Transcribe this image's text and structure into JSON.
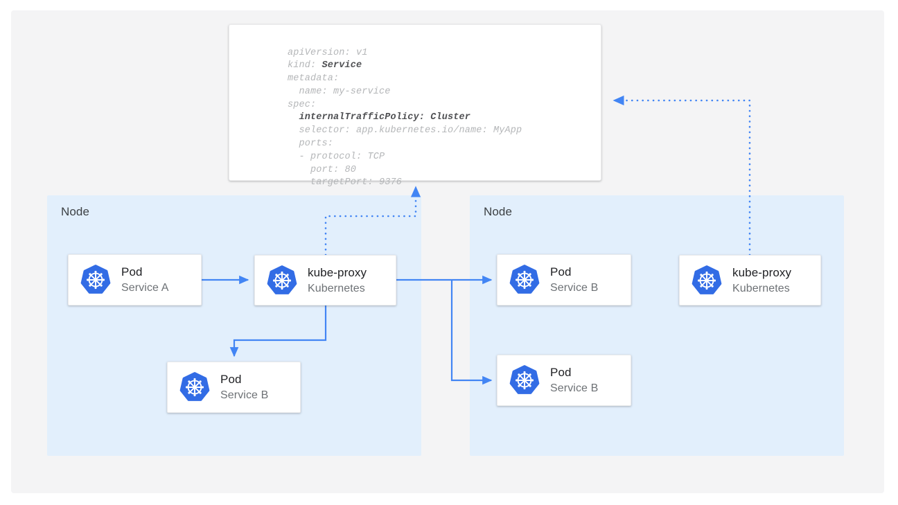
{
  "diagram": {
    "title": "Kubernetes Service internalTrafficPolicy Cluster traffic routing",
    "colors": {
      "page_background": "#ffffff",
      "canvas_background": "#f4f4f5",
      "node_panel_background": "#e2effc",
      "card_background": "#ffffff",
      "connector_blue": "#4285f4",
      "kubernetes_blue": "#326ce5",
      "title_text": "#202124",
      "subtitle_text": "#6d7175",
      "code_text": "#b4b6b8",
      "code_bold_text": "#4f5053"
    }
  },
  "yaml_manifest": {
    "lines": [
      {
        "indent": 0,
        "text": "apiVersion: v1",
        "bold": false
      },
      {
        "indent": 0,
        "text": "kind: ",
        "bold_suffix": "Service"
      },
      {
        "indent": 0,
        "text": "metadata:",
        "bold": false
      },
      {
        "indent": 1,
        "text": "name: my-service",
        "bold": false
      },
      {
        "indent": 0,
        "text": "spec:",
        "bold": false
      },
      {
        "indent": 1,
        "text": "internalTrafficPolicy: Cluster",
        "bold": true
      },
      {
        "indent": 1,
        "text": "selector: app.kubernetes.io/name: MyApp",
        "bold": false
      },
      {
        "indent": 1,
        "text": "ports:",
        "bold": false
      },
      {
        "indent": 1,
        "text": "- protocol: TCP",
        "bold": false
      },
      {
        "indent": 2,
        "text": "port: 80",
        "bold": false
      },
      {
        "indent": 2,
        "text": "targetPort: 9376",
        "bold": false
      }
    ],
    "full_text": "apiVersion: v1\nkind: Service\nmetadata:\n  name: my-service\nspec:\n  internalTrafficPolicy: Cluster\n  selector: app.kubernetes.io/name: MyApp\n  ports:\n  - protocol: TCP\n    port: 80\n    targetPort: 9376"
  },
  "nodes": [
    {
      "id": "node-left",
      "label": "Node"
    },
    {
      "id": "node-right",
      "label": "Node"
    }
  ],
  "cards": {
    "pod_a": {
      "title": "Pod",
      "subtitle": "Service A",
      "icon": "kubernetes-icon"
    },
    "kube_proxy_1": {
      "title": "kube-proxy",
      "subtitle": "Kubernetes",
      "icon": "kubernetes-icon"
    },
    "pod_b_left": {
      "title": "Pod",
      "subtitle": "Service B",
      "icon": "kubernetes-icon"
    },
    "pod_b_top": {
      "title": "Pod",
      "subtitle": "Service B",
      "icon": "kubernetes-icon"
    },
    "pod_b_bottom": {
      "title": "Pod",
      "subtitle": "Service B",
      "icon": "kubernetes-icon"
    },
    "kube_proxy_2": {
      "title": "kube-proxy",
      "subtitle": "Kubernetes",
      "icon": "kubernetes-icon"
    }
  },
  "connectors": [
    {
      "id": "pod-a-to-kube-proxy",
      "style": "solid",
      "from": "pod_a",
      "to": "kube_proxy_1"
    },
    {
      "id": "kube-proxy-to-pod-b-left",
      "style": "solid",
      "from": "kube_proxy_1",
      "to": "pod_b_left"
    },
    {
      "id": "kube-proxy-to-pod-b-top",
      "style": "solid",
      "from": "kube_proxy_1",
      "to": "pod_b_top"
    },
    {
      "id": "kube-proxy-to-pod-b-bottom",
      "style": "solid",
      "from": "kube_proxy_1",
      "to": "pod_b_bottom"
    },
    {
      "id": "kube-proxy-1-to-service-config",
      "style": "dotted",
      "from": "kube_proxy_1",
      "to": "yaml_manifest"
    },
    {
      "id": "kube-proxy-2-to-service-config",
      "style": "dotted",
      "from": "kube_proxy_2",
      "to": "yaml_manifest"
    }
  ]
}
